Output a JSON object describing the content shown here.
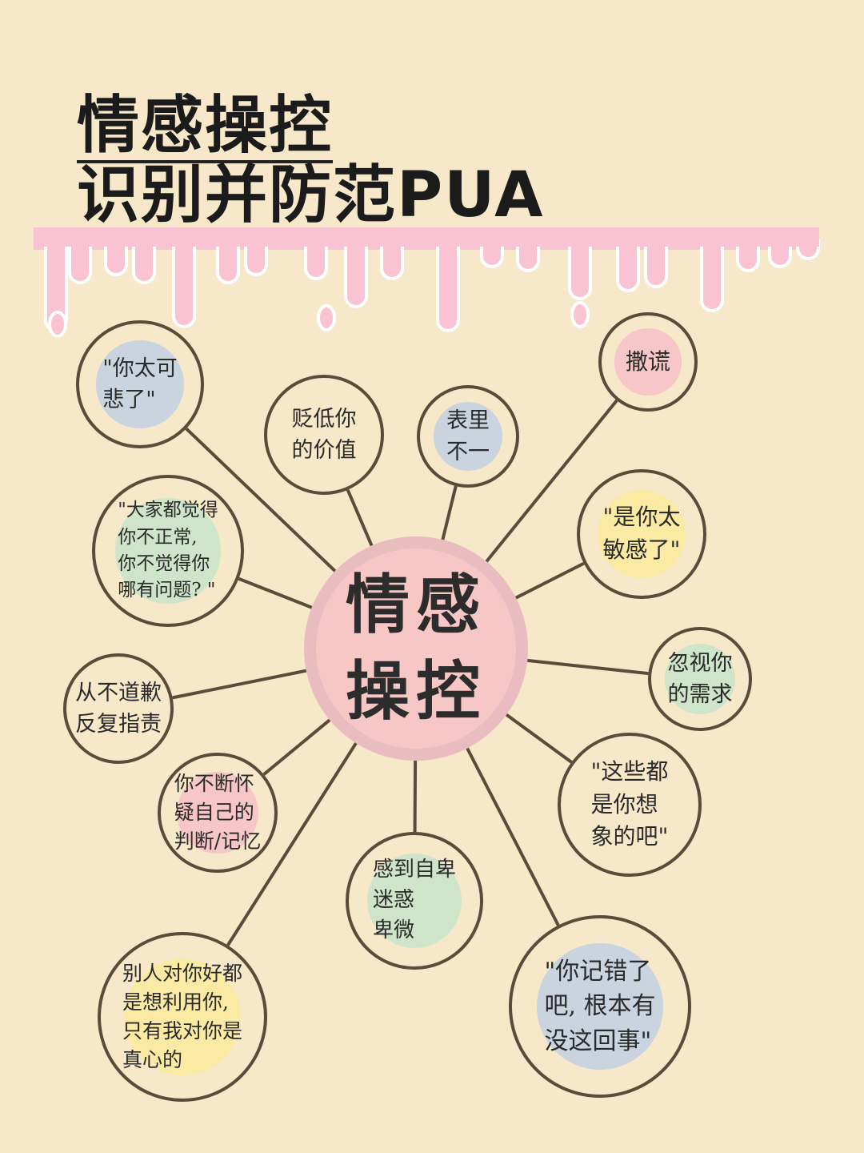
{
  "title": {
    "line1": "情感操控",
    "line2": "识别并防范PUA"
  },
  "center": {
    "line1": "情感",
    "line2": "操控",
    "color": "#f7c7c5"
  },
  "colors": {
    "background": "#f6e8c8",
    "drip": "#f9c3d3",
    "border": "#5c4a3a",
    "blue": "#c9d4de",
    "pink": "#f7c6c6",
    "green": "#cfe5c9",
    "yellow": "#fbeaa3"
  },
  "nodes": [
    {
      "lines": [
        "\"你太可",
        "悲了\""
      ],
      "fill": "blue"
    },
    {
      "lines": [
        "贬低你",
        "的价值"
      ],
      "fill": "none"
    },
    {
      "lines": [
        "表里",
        "不一"
      ],
      "fill": "blue"
    },
    {
      "lines": [
        "撒谎"
      ],
      "fill": "pink"
    },
    {
      "lines": [
        "\"大家都觉得",
        "你不正常,",
        "你不觉得你",
        "哪有问题? \""
      ],
      "fill": "green"
    },
    {
      "lines": [
        "\"是你太",
        "敏感了\""
      ],
      "fill": "yellow"
    },
    {
      "lines": [
        "忽视你",
        "的需求"
      ],
      "fill": "green"
    },
    {
      "lines": [
        "从不道歉",
        "反复指责"
      ],
      "fill": "none"
    },
    {
      "lines": [
        "你不断怀",
        "疑自己的",
        "判断/记忆"
      ],
      "fill": "pink"
    },
    {
      "lines": [
        "\"这些都",
        "是你想",
        "象的吧\""
      ],
      "fill": "none"
    },
    {
      "lines": [
        "感到自卑",
        "迷惑",
        "卑微"
      ],
      "fill": "green"
    },
    {
      "lines": [
        "别人对你好都",
        "是想利用你,",
        "只有我对你是",
        "真心的"
      ],
      "fill": "yellow"
    },
    {
      "lines": [
        "\"你记错了",
        "吧, 根本有",
        "没这回事\""
      ],
      "fill": "blue"
    }
  ]
}
